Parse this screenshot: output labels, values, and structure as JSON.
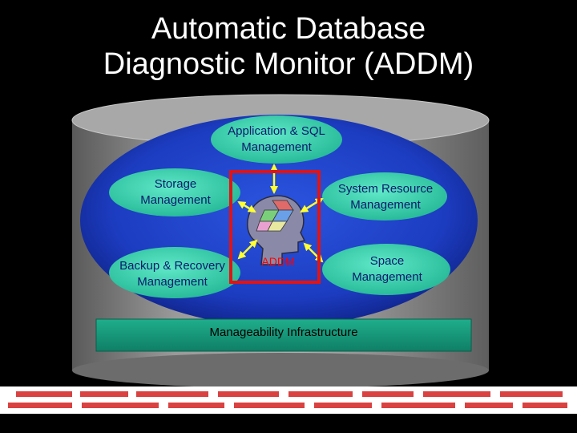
{
  "title": {
    "line1": "Automatic Database",
    "line2": "Diagnostic Monitor (ADDM)"
  },
  "nodes": {
    "app_sql": "Application & SQL Management",
    "storage": "Storage Management",
    "system_resource": "System Resource Management",
    "backup_recovery": "Backup & Recovery Management",
    "space": "Space Management",
    "addm": "ADDM"
  },
  "infrastructure": "Manageability Infrastructure",
  "icons": {
    "center": "head-with-cube-icon",
    "arrows": "bidirectional-arrow-icon"
  },
  "colors": {
    "background": "#000000",
    "cylinder": "#8a8a8a",
    "inner_disk": "#1f3ec4",
    "node_fill": "#3fd0b0",
    "infrastructure_fill": "#159d7e",
    "highlight_box": "#e01414",
    "arrow": "#ffff33"
  }
}
